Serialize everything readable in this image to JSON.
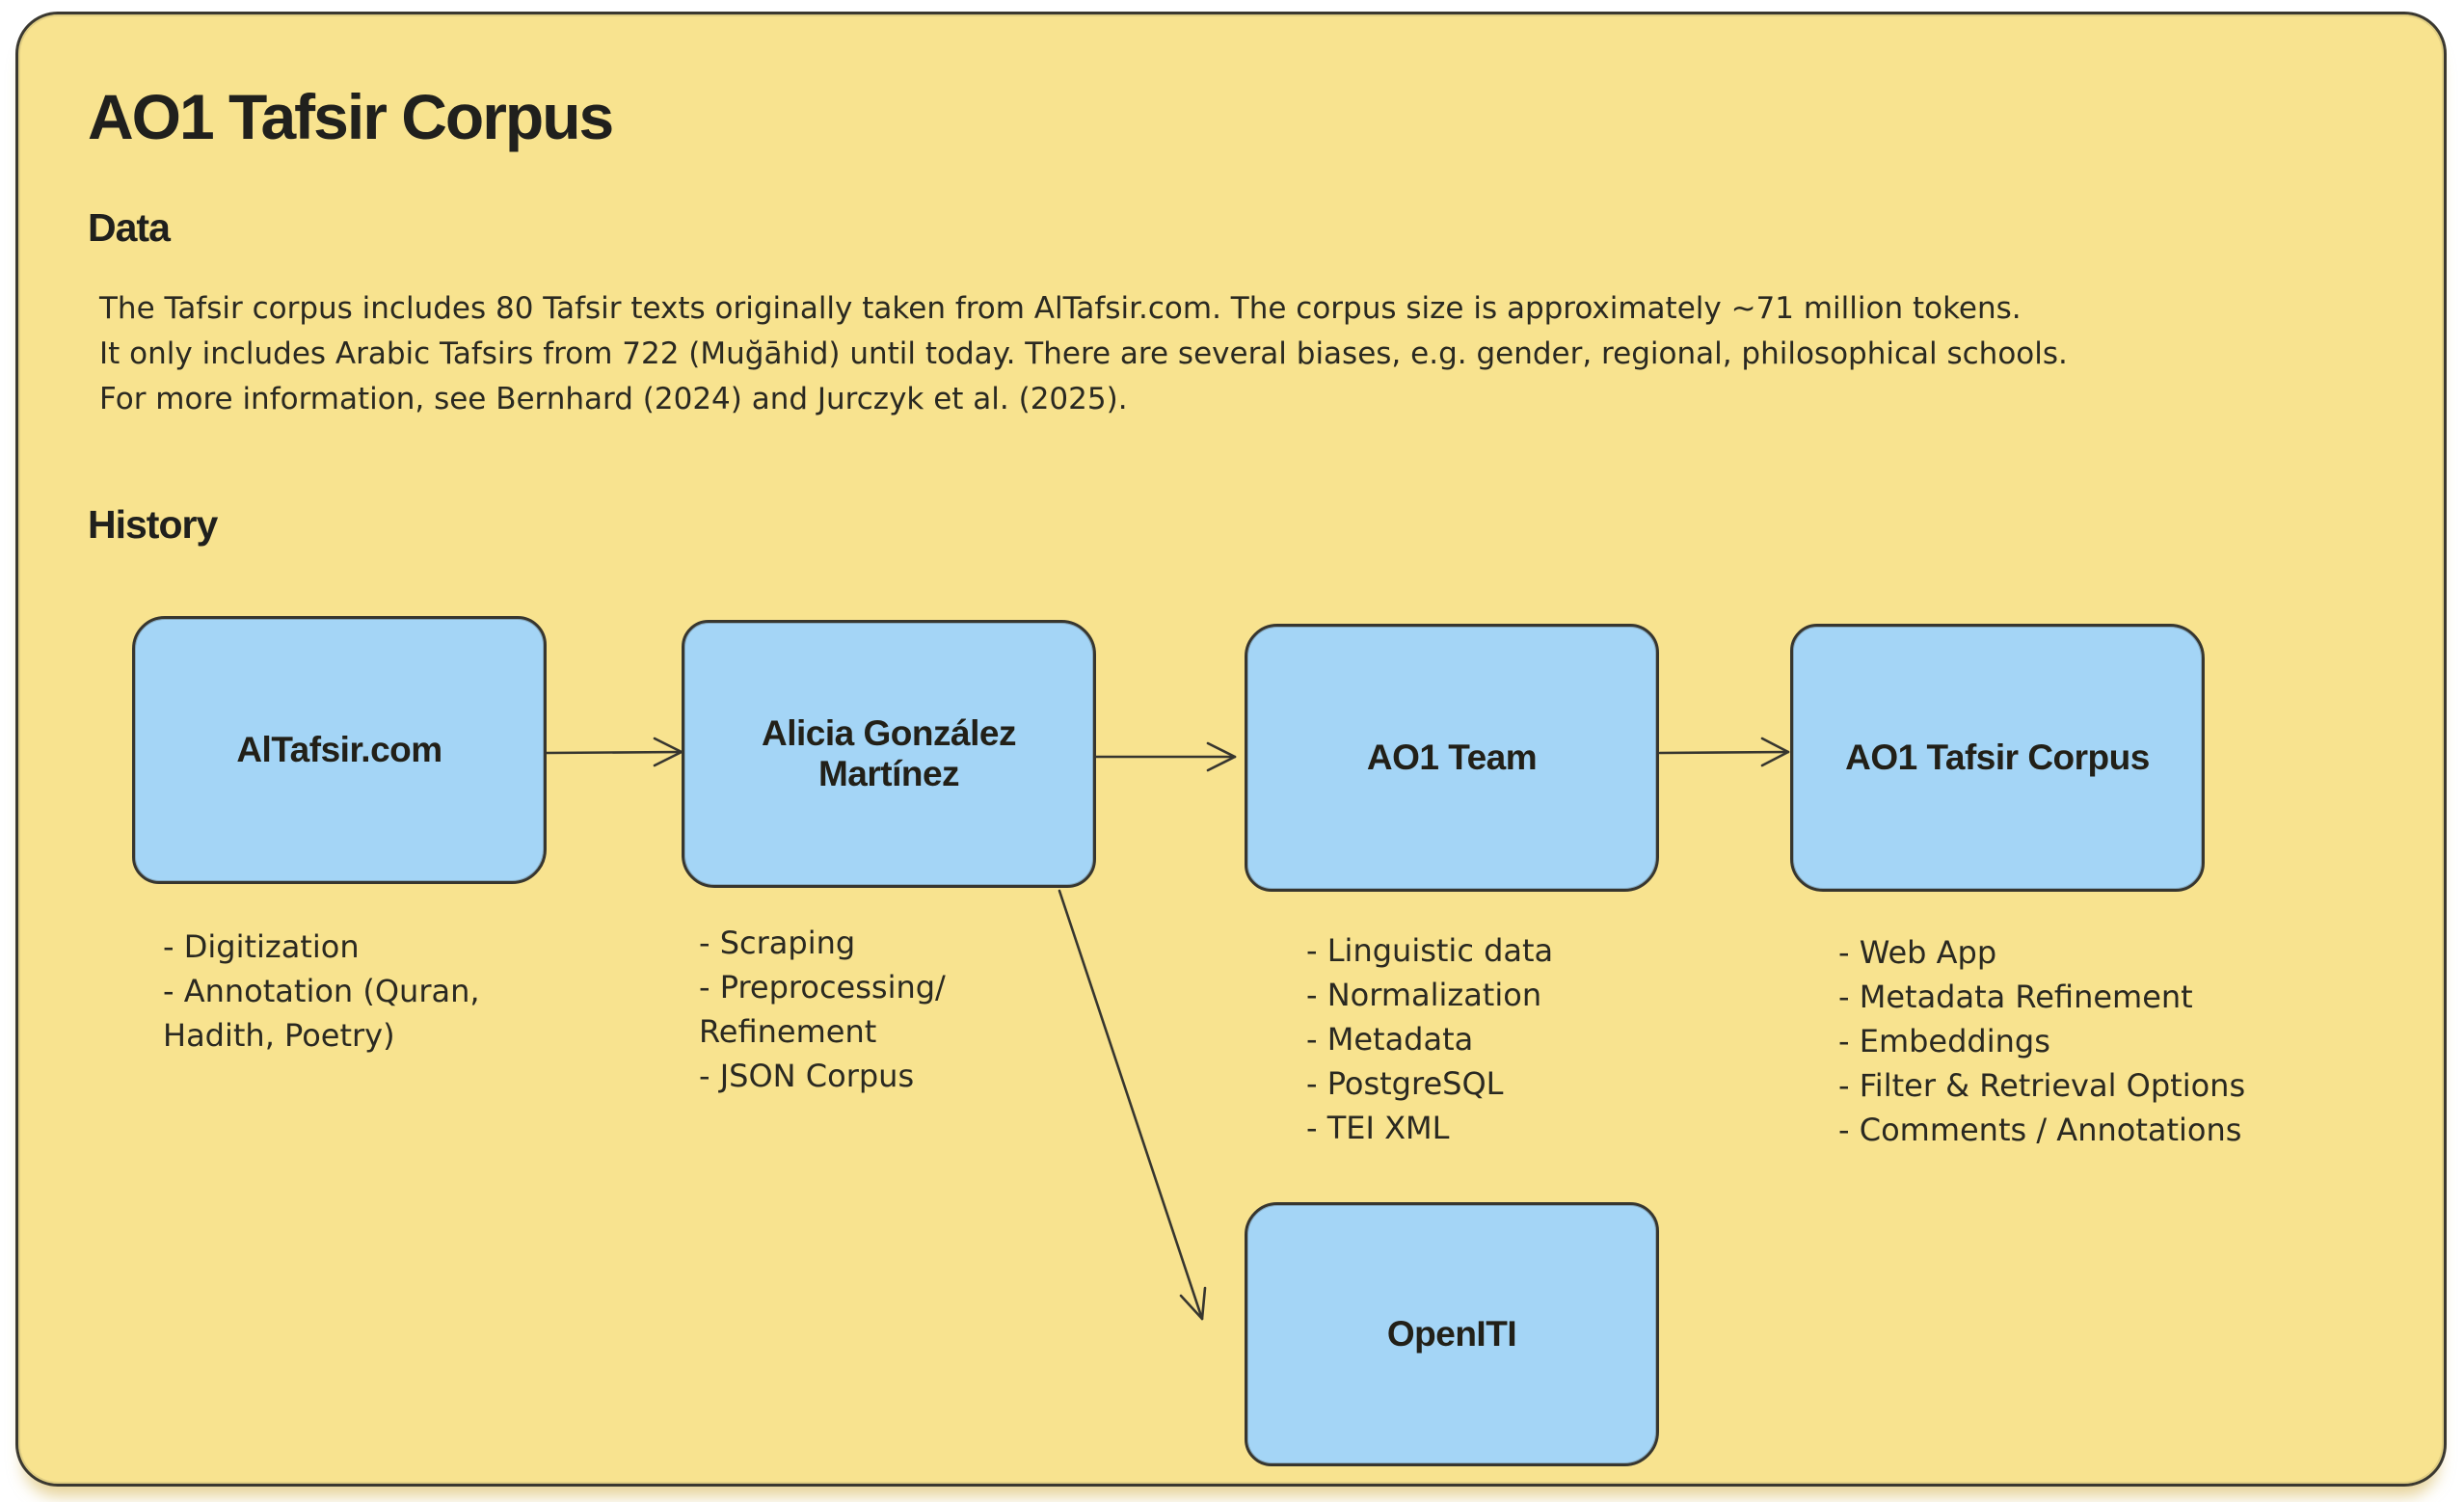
{
  "title": "AO1 Tafsir Corpus",
  "data_section": {
    "heading": "Data",
    "lines": [
      "The Tafsir corpus includes 80 Tafsir texts originally taken from AlTafsir.com. The corpus size is approximately ~71 million tokens.",
      "It only includes Arabic Tafsirs from 722 (Muğāhid) until today. There are several biases, e.g. gender, regional, philosophical schools.",
      "For more information, see Bernhard (2024) and Jurczyk et al. (2025)."
    ]
  },
  "history_section": {
    "heading": "History",
    "nodes": [
      {
        "label": "AlTafsir.com",
        "bullets": [
          "- Digitization",
          "- Annotation (Quran,",
          "Hadith, Poetry)"
        ]
      },
      {
        "label": "Alicia González Martínez",
        "bullets": [
          "- Scraping",
          "- Preprocessing/",
          "Refinement",
          "- JSON Corpus"
        ]
      },
      {
        "label": "AO1 Team",
        "bullets": [
          "- Linguistic data",
          "- Normalization",
          "- Metadata",
          "- PostgreSQL",
          "- TEI XML"
        ]
      },
      {
        "label": "AO1 Tafsir Corpus",
        "bullets": [
          "- Web App",
          "- Metadata Refinement",
          "- Embeddings",
          "- Filter & Retrieval Options",
          "- Comments / Annotations"
        ]
      },
      {
        "label": "OpenITI",
        "bullets": []
      }
    ],
    "arrows": [
      "AlTafsir.com -> Alicia González Martínez",
      "Alicia González Martínez -> AO1 Team",
      "AO1 Team -> AO1 Tafsir Corpus",
      "Alicia González Martínez -> OpenITI"
    ]
  },
  "colors": {
    "panel_background": "#F8E38F",
    "node_fill": "#A4D5F6",
    "stroke": "#37362F",
    "text": "#20201D",
    "page_background": "#FFFFFF"
  }
}
